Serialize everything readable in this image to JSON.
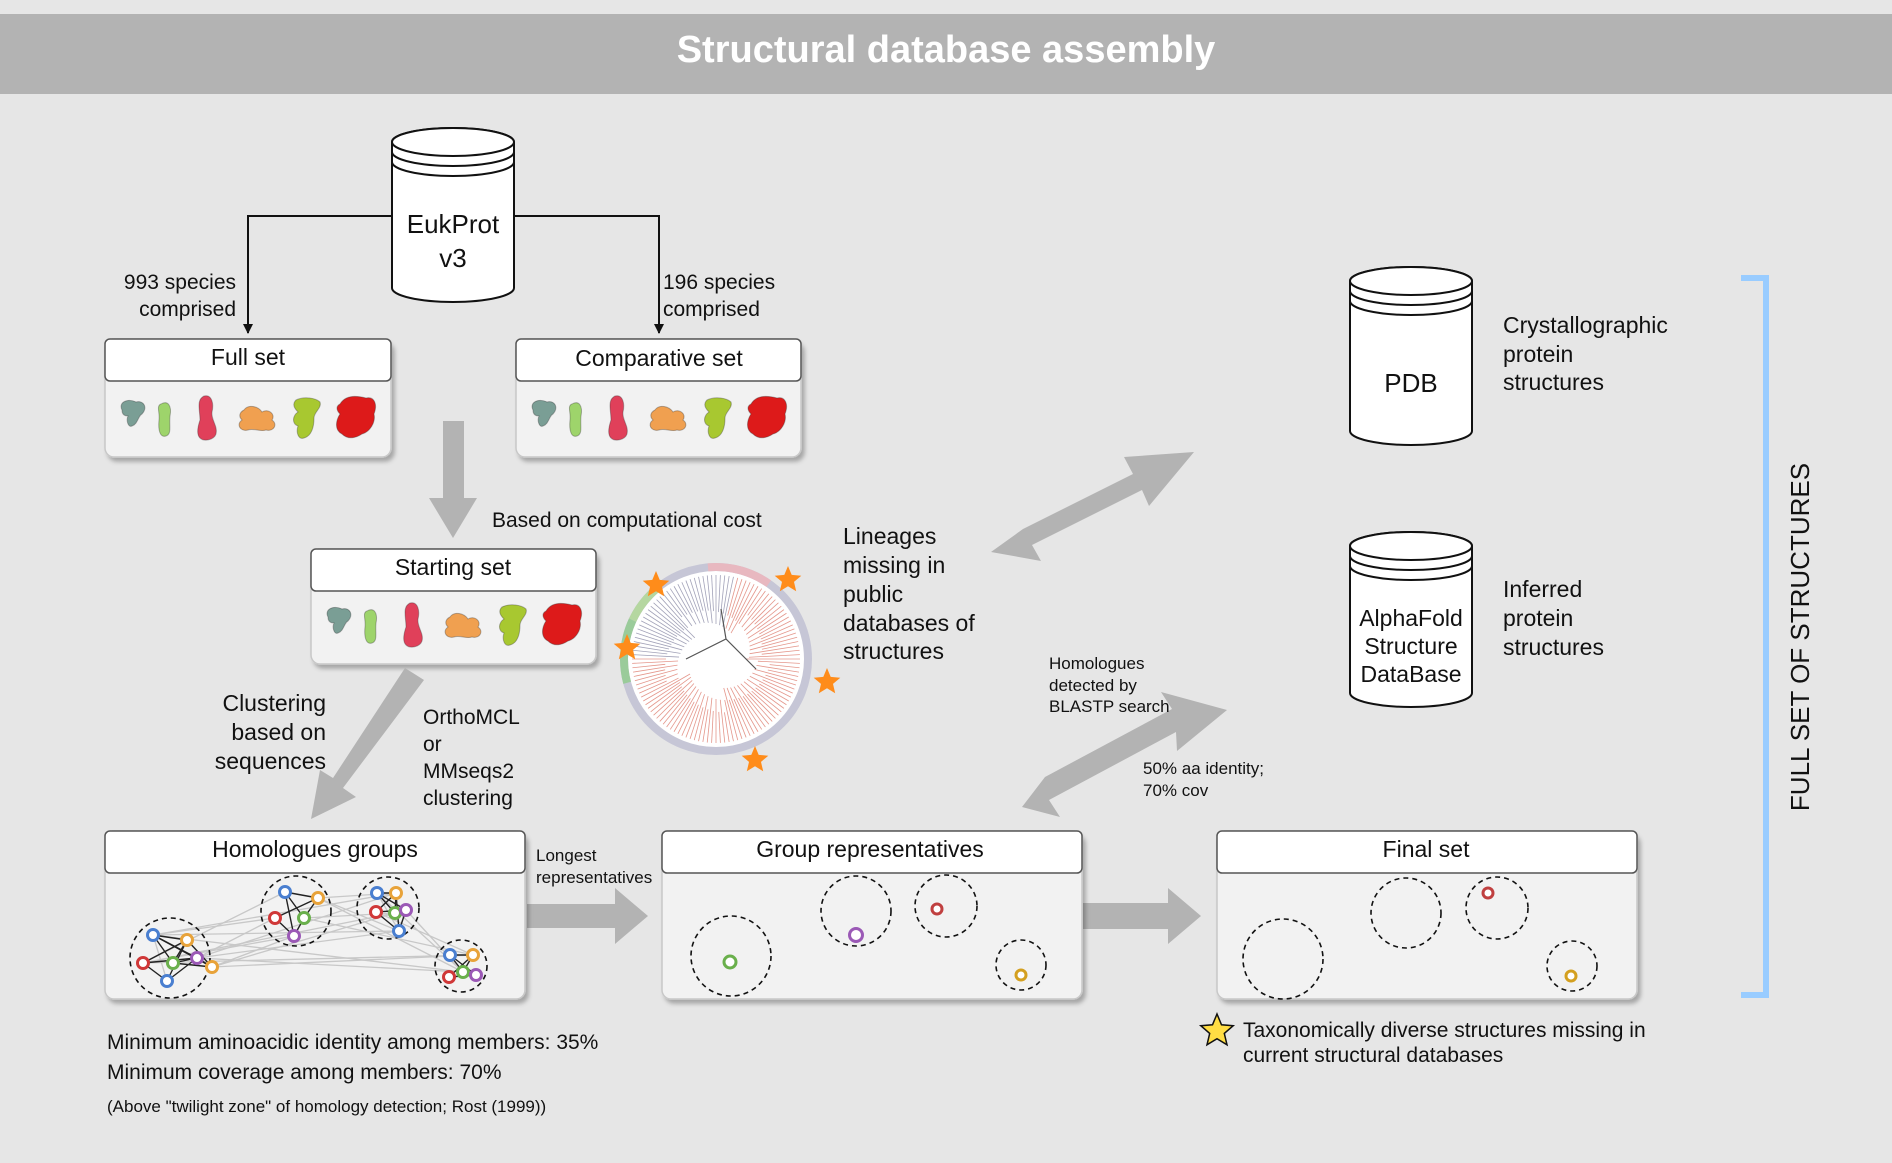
{
  "title": "Structural database assembly",
  "databases": {
    "eukprot": [
      "EukProt",
      "v3"
    ],
    "pdb": "PDB",
    "afdb": [
      "AlphaFold",
      "Structure",
      "DataBase"
    ]
  },
  "edges": {
    "full_set": [
      "993 species",
      "comprised"
    ],
    "comparative_set": [
      "196 species",
      "comprised"
    ],
    "computational_cost": "Based on computational cost",
    "clustering": [
      "Clustering",
      "based on",
      "sequences"
    ],
    "orthomcl": [
      "OrthoMCL",
      "or",
      "MMseqs2",
      "clustering"
    ],
    "longest": [
      "Longest",
      "representatives"
    ],
    "homologues_detected": [
      "Homologues",
      "detected by",
      "BLASTP search"
    ],
    "identity_cov": [
      "50% aa identity;",
      "70% cov"
    ]
  },
  "panels": {
    "full_set": "Full set",
    "comparative_set": "Comparative set",
    "starting_set": "Starting set",
    "homologues_groups": "Homologues groups",
    "group_representatives": "Group representatives",
    "final_set": "Final set"
  },
  "side_text": {
    "lineages": [
      "Lineages",
      "missing in",
      "public",
      "databases of",
      "structures"
    ],
    "crystallographic": [
      "Crystallographic",
      "protein",
      "structures"
    ],
    "inferred": [
      "Inferred",
      "protein",
      "structures"
    ],
    "full_set_structures": "FULL SET OF STRUCTURES"
  },
  "notes": {
    "identity": "Minimum aminoacidic identity among members: 35%",
    "coverage": "Minimum coverage among members: 70%",
    "twilight": "(Above \"twilight zone\" of homology detection; Rost (1999))"
  },
  "legend": {
    "star": [
      "Taxonomically diverse structures missing in",
      "current structural databases"
    ]
  },
  "icons": {
    "database": "cylinder-database-icon",
    "protein_shapes": "protein-structure-icon",
    "star": "star-icon",
    "tree": "circular-phylogenetic-tree-icon"
  },
  "colors": {
    "header_bg": "#b3b3b3",
    "canvas_bg": "#e6e6e6",
    "arrow": "#b3b3b3",
    "bracket": "#99ccff",
    "star": "#ff8c1a",
    "protein": [
      "#7a9e95",
      "#9ed46b",
      "#e0405a",
      "#f0a050",
      "#a8c830",
      "#dd1a1a"
    ],
    "node": [
      "#4a7fd0",
      "#e8a33a",
      "#d03838",
      "#6ab04c",
      "#9b59b6"
    ]
  }
}
